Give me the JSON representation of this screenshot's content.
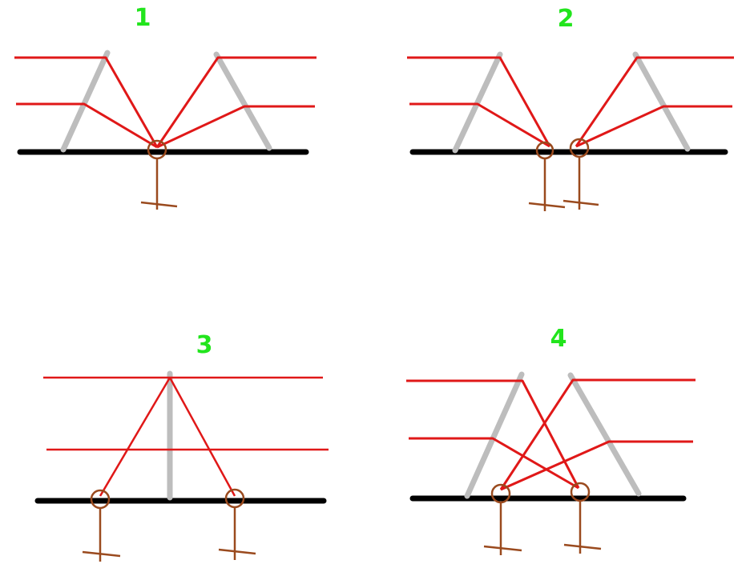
{
  "colors": {
    "background": "#ffffff",
    "label": "#22e51d",
    "wire": "#e01818",
    "post": "#bdbdbd",
    "ground": "#000000",
    "junction": "#9a4a1e"
  },
  "panels": [
    {
      "number": "1"
    },
    {
      "number": "2"
    },
    {
      "number": "3"
    },
    {
      "number": "4"
    }
  ]
}
